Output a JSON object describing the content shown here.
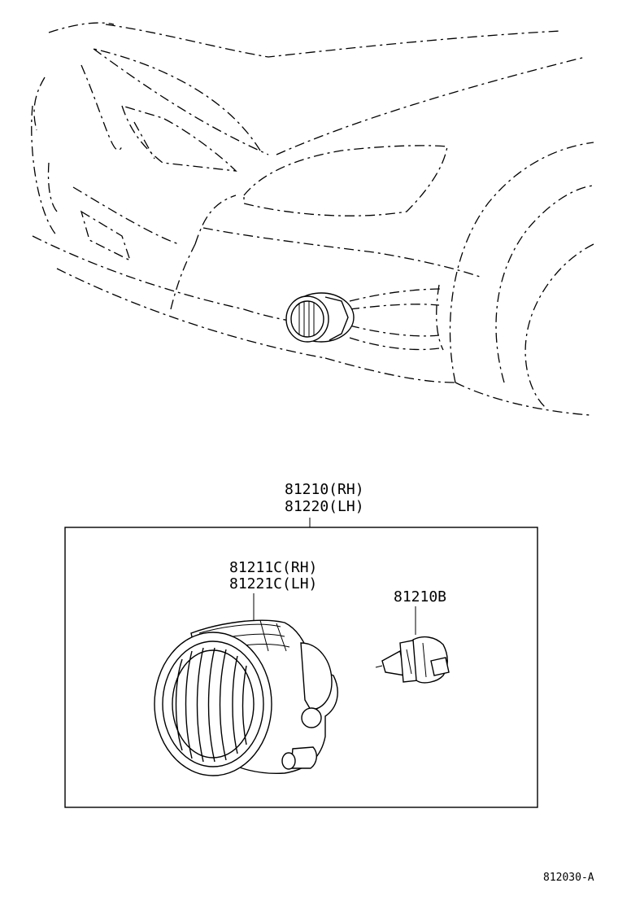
{
  "labels": {
    "assembly_rh": "81210(RH)",
    "assembly_lh": "81220(LH)",
    "unit_rh": "81211C(RH)",
    "unit_lh": "81221C(LH)",
    "bulb": "81210B",
    "figure_code": "812030-A"
  }
}
